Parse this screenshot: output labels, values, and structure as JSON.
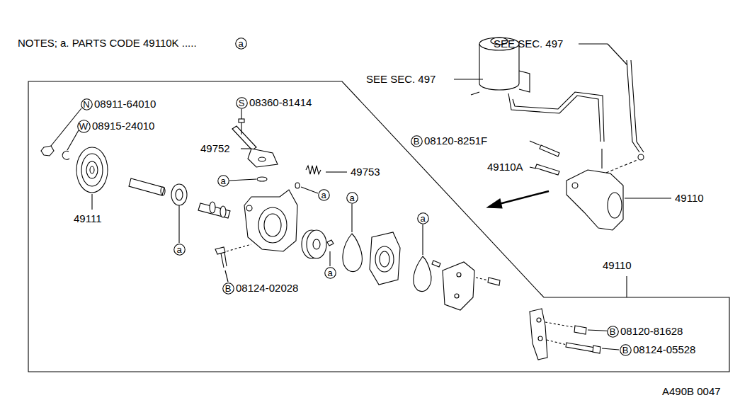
{
  "diagram": {
    "nodes": [
      {
        "text": [
          "a"
        ]
      },
      {
        "text": [
          "N"
        ]
      },
      {
        "text": [
          "S"
        ]
      },
      {
        "text": [
          "W"
        ]
      },
      {
        "text": [
          "B"
        ]
      },
      {
        "text": [
          "a"
        ]
      },
      {
        "text": [
          "a"
        ]
      },
      {
        "text": [
          "a"
        ]
      },
      {
        "text": [
          "a"
        ]
      },
      {
        "text": [
          "a"
        ]
      },
      {
        "text": [
          "a"
        ]
      },
      {
        "text": [
          "B"
        ]
      },
      {
        "text": [
          "B"
        ]
      },
      {
        "text": [
          "B"
        ]
      }
    ],
    "labels": [
      "NOTES; a. PARTS CODE 49110K .....",
      "SEE SEC. 497",
      "SEE SEC. 497",
      "08911-64010",
      "08360-81414",
      "08915-24010",
      "08120-8251F",
      "49752",
      "49110A",
      "49753",
      "49110",
      "49111",
      "49110",
      "08124-02028",
      "08120-81628",
      "08124-05528",
      "A490B 0047"
    ]
  }
}
